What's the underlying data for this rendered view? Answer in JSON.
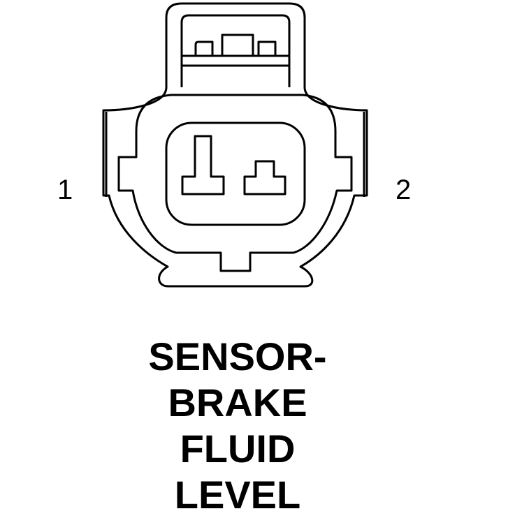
{
  "pins": [
    {
      "number": "1"
    },
    {
      "number": "2"
    }
  ],
  "caption": {
    "lines": [
      "SENSOR-",
      "BRAKE",
      "FLUID",
      "LEVEL"
    ]
  },
  "colors": {
    "line": "#000000",
    "background": "#ffffff"
  }
}
